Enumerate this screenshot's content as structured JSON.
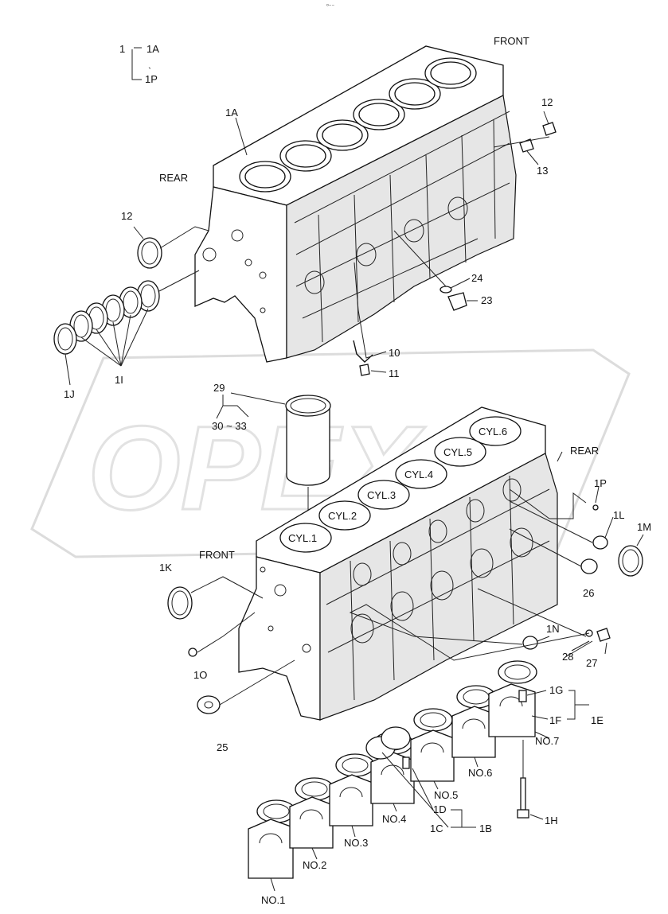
{
  "diagram": {
    "watermark_text": "OPEX",
    "top_mark": "⁰⁻⁻",
    "orientation_labels": {
      "upper_front": "FRONT",
      "upper_rear": "REAR",
      "lower_front": "FRONT",
      "lower_rear": "REAR"
    },
    "legend": {
      "root": "1",
      "first": "1A",
      "sep": "ˎ",
      "last": "1P"
    },
    "callouts": {
      "c_1A": "1A",
      "c_12a": "12",
      "c_13": "13",
      "c_12b": "12",
      "c_24": "24",
      "c_23": "23",
      "c_10": "10",
      "c_11": "11",
      "c_1I": "1I",
      "c_1J": "1J",
      "c_29": "29",
      "c_30_33": "30 ~ 33",
      "c_1P": "1P",
      "c_1L": "1L",
      "c_1M": "1M",
      "c_26": "26",
      "c_1K": "1K",
      "c_1O": "1O",
      "c_1N": "1N",
      "c_28": "28",
      "c_27": "27",
      "c_25": "25",
      "c_1G": "1G",
      "c_1F": "1F",
      "c_1E": "1E",
      "c_1H": "1H",
      "c_1D": "1D",
      "c_1C": "1C",
      "c_1B": "1B"
    },
    "cylinders": [
      "CYL.1",
      "CYL.2",
      "CYL.3",
      "CYL.4",
      "CYL.5",
      "CYL.6"
    ],
    "bearing_caps": [
      "NO.1",
      "NO.2",
      "NO.3",
      "NO.4",
      "NO.5",
      "NO.6",
      "NO.7"
    ]
  }
}
